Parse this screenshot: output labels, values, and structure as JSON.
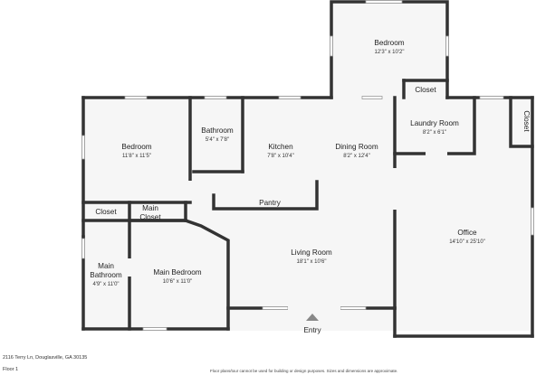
{
  "address": "2116 Terry Ln, Douglasville, GA 30135",
  "floor": "Floor 1",
  "disclaimer": "Floor plans/tour cannot be used for building or design purposes. Sizes and dimensions are approximate.",
  "entry_label": "Entry",
  "rooms": {
    "bedroom_top": {
      "name": "Bedroom",
      "dims": "12'3\" x 10'2\""
    },
    "closet_top": {
      "name": "Closet"
    },
    "bedroom_left": {
      "name": "Bedroom",
      "dims": "11'8\" x 11'5\""
    },
    "bathroom": {
      "name": "Bathroom",
      "dims": "5'4\" x 7'8\""
    },
    "kitchen": {
      "name": "Kitchen",
      "dims": "7'8\" x 10'4\""
    },
    "dining_room": {
      "name": "Dining Room",
      "dims": "8'2\" x 12'4\""
    },
    "laundry_room": {
      "name": "Laundry Room",
      "dims": "8'2\" x 6'1\""
    },
    "closet_right": {
      "name": "Closet"
    },
    "pantry": {
      "name": "Pantry"
    },
    "closet_left": {
      "name": "Closet"
    },
    "main_closet": {
      "name_line1": "Main",
      "name_line2": "Closet"
    },
    "living_room": {
      "name": "Living Room",
      "dims": "18'1\" x 10'6\""
    },
    "office": {
      "name": "Office",
      "dims": "14'10\" x 25'10\""
    },
    "main_bathroom": {
      "name_line1": "Main",
      "name_line2": "Bathroom",
      "dims": "4'9\" x 11'0\""
    },
    "main_bedroom": {
      "name": "Main Bedroom",
      "dims": "10'6\" x 11'0\""
    }
  }
}
